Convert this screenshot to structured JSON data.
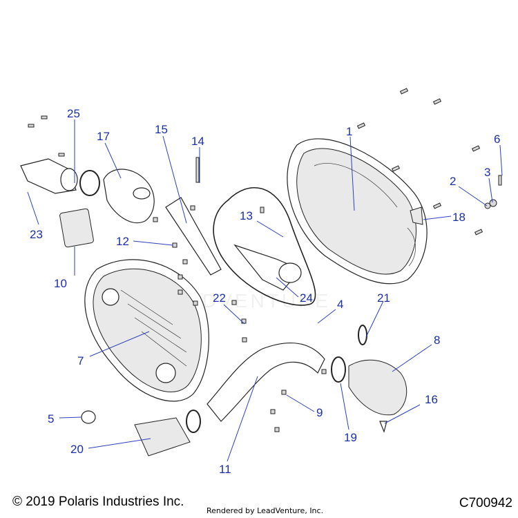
{
  "diagram": {
    "callouts": [
      {
        "id": "1",
        "label": "1"
      },
      {
        "id": "2",
        "label": "2"
      },
      {
        "id": "3",
        "label": "3"
      },
      {
        "id": "4",
        "label": "4"
      },
      {
        "id": "5",
        "label": "5"
      },
      {
        "id": "6",
        "label": "6"
      },
      {
        "id": "7",
        "label": "7"
      },
      {
        "id": "8",
        "label": "8"
      },
      {
        "id": "9",
        "label": "9"
      },
      {
        "id": "10",
        "label": "10"
      },
      {
        "id": "11",
        "label": "11"
      },
      {
        "id": "12",
        "label": "12"
      },
      {
        "id": "13",
        "label": "13"
      },
      {
        "id": "14",
        "label": "14"
      },
      {
        "id": "15",
        "label": "15"
      },
      {
        "id": "16",
        "label": "16"
      },
      {
        "id": "17",
        "label": "17"
      },
      {
        "id": "18",
        "label": "18"
      },
      {
        "id": "19",
        "label": "19"
      },
      {
        "id": "20",
        "label": "20"
      },
      {
        "id": "21",
        "label": "21"
      },
      {
        "id": "22",
        "label": "22"
      },
      {
        "id": "23",
        "label": "23"
      },
      {
        "id": "24",
        "label": "24"
      },
      {
        "id": "25",
        "label": "25"
      }
    ],
    "watermark": "LEADVENTURE"
  },
  "footer": {
    "copyright": "© 2019 Polaris Industries Inc.",
    "rendered_by": "Rendered by LeadVenture, Inc.",
    "diagram_code": "C700942"
  },
  "colors": {
    "callout": "#1a2ea8",
    "leader": "#2b3fbf"
  }
}
